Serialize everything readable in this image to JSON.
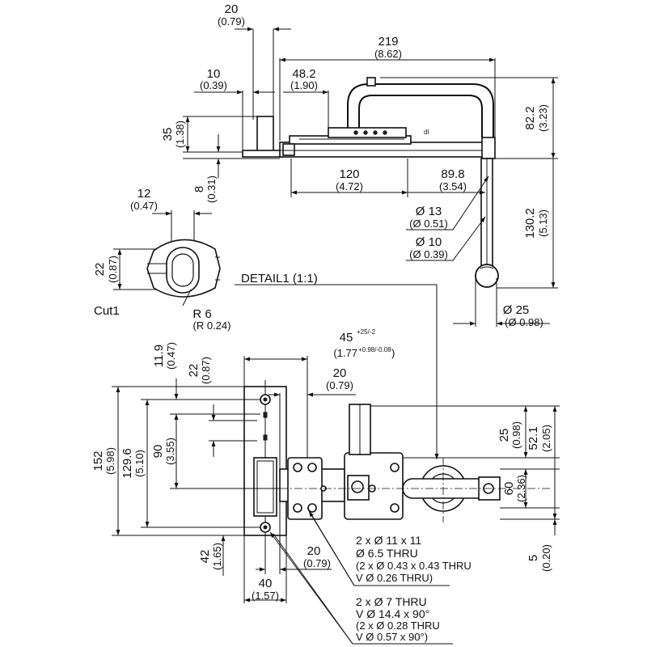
{
  "dimensions": {
    "top_width_20": {
      "mm": "20",
      "in": "(0.79)"
    },
    "overall_219": {
      "mm": "219",
      "in": "(8.62)"
    },
    "dim_10": {
      "mm": "10",
      "in": "(0.39)"
    },
    "dim_48_2": {
      "mm": "48.2",
      "in": "(1.90)"
    },
    "height_35": {
      "mm": "35",
      "in": "(1.38)"
    },
    "height_8": {
      "mm": "8",
      "in": "(0.31)"
    },
    "length_120": {
      "mm": "120",
      "in": "(4.72)"
    },
    "length_89_8": {
      "mm": "89.8",
      "in": "(3.54)"
    },
    "height_82_2": {
      "mm": "82.2",
      "in": "(3.23)"
    },
    "height_130_2": {
      "mm": "130.2",
      "in": "(5.13)"
    },
    "dia_13": {
      "mm": "Ø 13",
      "in": "(Ø 0.51)"
    },
    "dia_10": {
      "mm": "Ø 10",
      "in": "(Ø 0.39)"
    },
    "dia_25": {
      "mm": "Ø 25",
      "in": "(Ø 0.98)"
    },
    "cut_12": {
      "mm": "12",
      "in": "(0.47)"
    },
    "cut_22": {
      "mm": "22",
      "in": "(0.87)"
    },
    "radius_6": {
      "mm": "R 6",
      "in": "(R 0.24)"
    },
    "front_45": {
      "mm": "45",
      "tol": "+25/-2",
      "in": "(1.77",
      "in_tol": "+0.98/-0.08",
      "in_close": ")"
    },
    "front_20": {
      "mm": "20",
      "in": "(0.79)"
    },
    "front_11_9": {
      "mm": "11.9",
      "in": "(0.47)"
    },
    "front_22": {
      "mm": "22",
      "in": "(0.87)"
    },
    "front_152": {
      "mm": "152",
      "in": "(5.98)"
    },
    "front_129_6": {
      "mm": "129.6",
      "in": "(5.10)"
    },
    "front_90": {
      "mm": "90",
      "in": "(3.55)"
    },
    "front_25": {
      "mm": "25",
      "in": "(0.98)"
    },
    "front_52_1": {
      "mm": "52.1",
      "in": "(2.05)"
    },
    "front_60": {
      "mm": "60",
      "in": "(2.36)"
    },
    "front_5": {
      "mm": "5",
      "in": "(0.20)"
    },
    "front_42": {
      "mm": "42",
      "in": "(1.65)"
    },
    "bottom_20": {
      "mm": "20",
      "in": "(0.79)"
    },
    "bottom_40": {
      "mm": "40",
      "in": "(1.57)"
    }
  },
  "labels": {
    "detail": "DETAIL1 (1:1)",
    "cut": "Cut1"
  },
  "notes": {
    "holes_11": [
      "2 x Ø 11 x 11",
      "Ø 6.5 THRU",
      "(2 x Ø 0.43 x 0.43 THRU",
      "V Ø 0.26 THRU)"
    ],
    "holes_7": [
      "2 x Ø 7 THRU",
      "V Ø 14.4 x 90°",
      "(2 x Ø 0.28 THRU",
      "V Ø 0.57 x 90°)"
    ]
  },
  "part_marking": "dl"
}
